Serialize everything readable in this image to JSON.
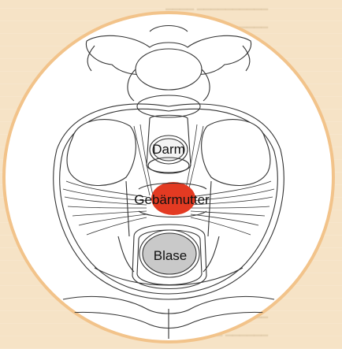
{
  "diagram": {
    "labels": {
      "darm": "Darm",
      "gebaermutter": "Gebärmutter",
      "blase": "Blase"
    },
    "colors": {
      "background": "#f6e3c6",
      "circle_fill": "#ffffff",
      "circle_border": "#f2c38a",
      "uterus": "#e33a22",
      "bladder": "#c9c9c9",
      "line": "#333333"
    }
  }
}
